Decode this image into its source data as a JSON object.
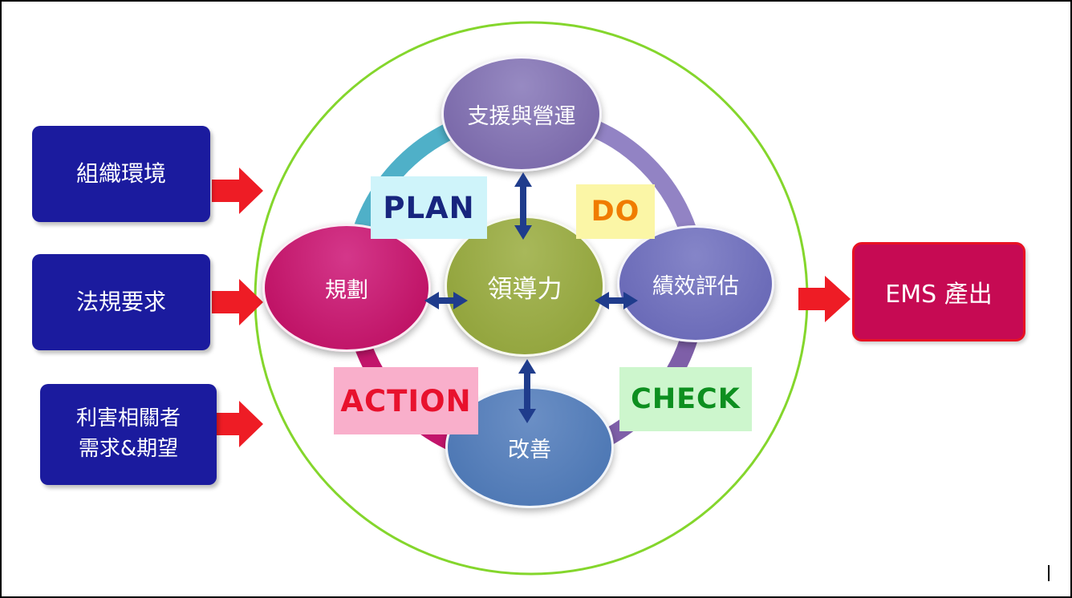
{
  "inputs": [
    {
      "label": "組織環境"
    },
    {
      "label": "法規要求"
    },
    {
      "label": "利害相關者\n需求&期望"
    }
  ],
  "output": {
    "label": "EMS 產出"
  },
  "nodes": {
    "top": {
      "label": "支援與營運",
      "color": "#7c6bab"
    },
    "left": {
      "label": "規劃",
      "color": "#c01467"
    },
    "center": {
      "label": "領導力",
      "color": "#93a53e"
    },
    "right": {
      "label": "績效評估",
      "color": "#6b6bb8"
    },
    "bottom": {
      "label": "改善",
      "color": "#4f79b5"
    }
  },
  "phases": {
    "plan": {
      "label": "PLAN",
      "bg": "#cff4fa",
      "text_color": "#17257e"
    },
    "do": {
      "label": "DO",
      "bg": "#fbf6a6",
      "text_color": "#f07c00"
    },
    "check": {
      "label": "CHECK",
      "bg": "#cdf6cd",
      "text_color": "#0d8f1f"
    },
    "action": {
      "label": "ACTION",
      "bg": "#f9afcb",
      "text_color": "#e8112d"
    }
  },
  "colors": {
    "input_box": "#1b1b9e",
    "output_box": "#c60a53",
    "output_border": "#e81123",
    "flow_arrow": "#ee1c25",
    "cycle_circle": "#84d62c",
    "connector_arrow": "#1f3c8c",
    "arc_top_left": "#4fb0c8",
    "arc_top_right": "#9283c4",
    "arc_bottom_right": "#7e5fa8",
    "arc_bottom_left": "#c2156b"
  }
}
